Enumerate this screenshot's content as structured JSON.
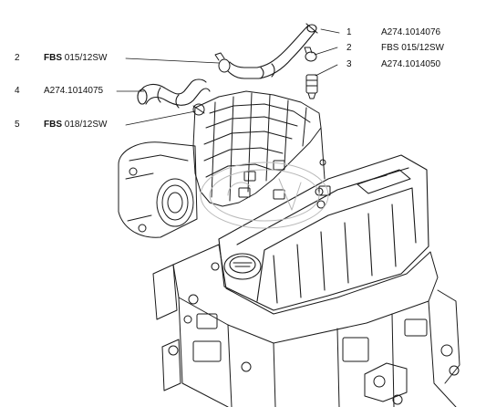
{
  "callouts": [
    {
      "number": "1",
      "part": "A274.1014076"
    },
    {
      "number": "2",
      "part": "FBS 015/12SW"
    },
    {
      "number": "3",
      "part": "A274.1014050"
    },
    {
      "number": "2",
      "part_prefix": "FBS",
      "part_suffix": " 015/12SW"
    },
    {
      "number": "4",
      "part": "A274.1014075"
    },
    {
      "number": "5",
      "part_prefix": "FBS",
      "part_suffix": " 018/12SW"
    }
  ],
  "drawing": {
    "subject": "engine-assembly-line-drawing",
    "watermark": "GAZ logo"
  },
  "colors": {
    "line": "#1a1a1a",
    "label": "#111111",
    "background": "#ffffff"
  }
}
